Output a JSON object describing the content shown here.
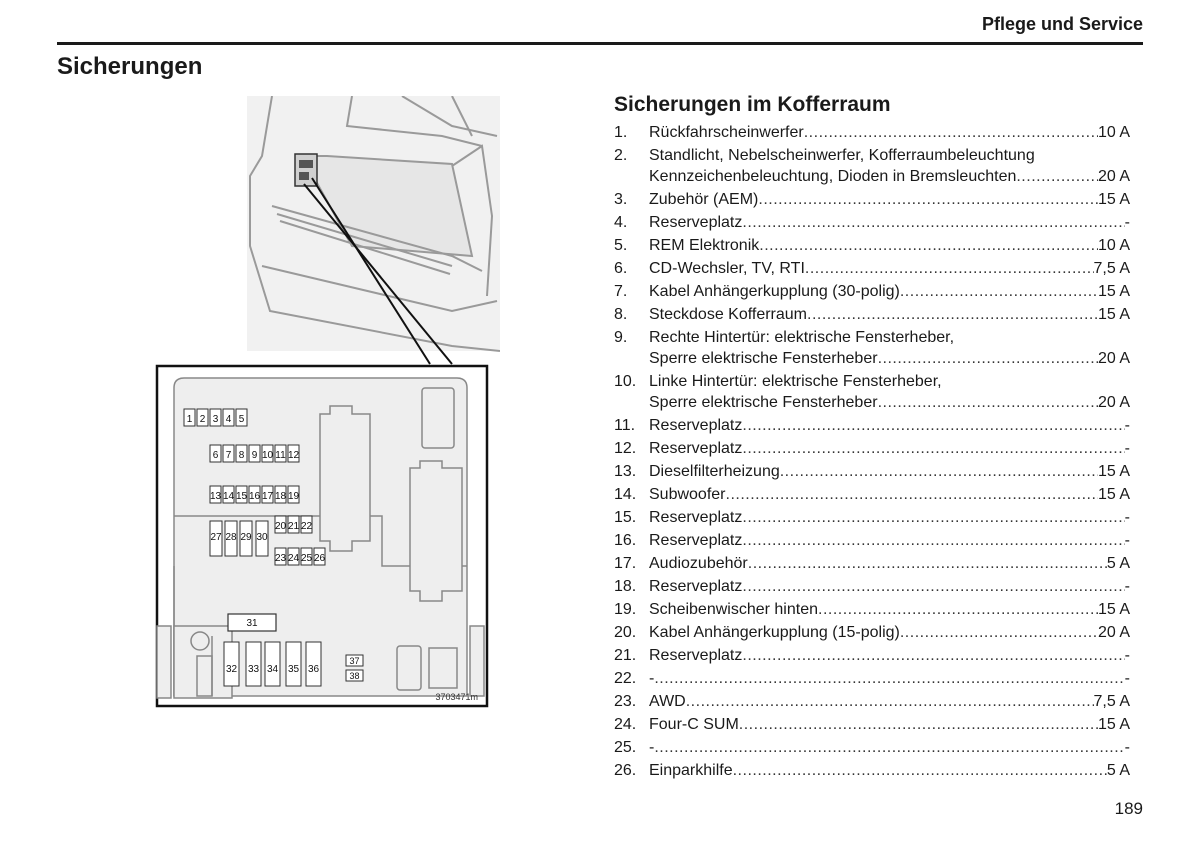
{
  "header": {
    "section": "Pflege und Service"
  },
  "section_title": "Sicherungen",
  "subsection_title": "Sicherungen im Kofferraum",
  "page_number": "189",
  "figure": {
    "code": "3703471m",
    "fuse_labels": [
      "1",
      "2",
      "3",
      "4",
      "5",
      "6",
      "7",
      "8",
      "9",
      "10",
      "11",
      "12",
      "13",
      "14",
      "15",
      "16",
      "17",
      "18",
      "19",
      "20",
      "21",
      "22",
      "23",
      "24",
      "25",
      "26",
      "27",
      "28",
      "29",
      "30",
      "31",
      "32",
      "33",
      "34",
      "35",
      "36",
      "37",
      "38"
    ]
  },
  "fuses": [
    {
      "num": "1.",
      "line1": "",
      "text": "Rückfahrscheinwerfer",
      "value": "10 A"
    },
    {
      "num": "2.",
      "line1": "Standlicht, Nebelscheinwerfer, Kofferraumbeleuchtung",
      "text": "Kennzeichenbeleuchtung, Dioden in Bremsleuchten",
      "value": "20 A"
    },
    {
      "num": "3.",
      "line1": "",
      "text": "Zubehör (AEM)",
      "value": "15 A"
    },
    {
      "num": "4.",
      "line1": "",
      "text": "Reserveplatz",
      "value": "-"
    },
    {
      "num": "5.",
      "line1": "",
      "text": "REM Elektronik",
      "value": "10 A"
    },
    {
      "num": "6.",
      "line1": "",
      "text": "CD-Wechsler, TV, RTI",
      "value": "7,5 A"
    },
    {
      "num": "7.",
      "line1": "",
      "text": "Kabel Anhängerkupplung (30-polig)",
      "value": "15 A"
    },
    {
      "num": "8.",
      "line1": "",
      "text": "Steckdose Kofferraum",
      "value": "15 A"
    },
    {
      "num": "9.",
      "line1": "Rechte Hintertür: elektrische Fensterheber,",
      "text": "Sperre elektrische Fensterheber",
      "value": "20 A"
    },
    {
      "num": "10.",
      "line1": "Linke Hintertür: elektrische Fensterheber,",
      "text": "Sperre elektrische Fensterheber",
      "value": "20 A"
    },
    {
      "num": "11.",
      "line1": "",
      "text": "Reserveplatz",
      "value": "-"
    },
    {
      "num": "12.",
      "line1": "",
      "text": "Reserveplatz",
      "value": "-"
    },
    {
      "num": "13.",
      "line1": "",
      "text": "Dieselfilterheizung",
      "value": "15 A"
    },
    {
      "num": "14.",
      "line1": "",
      "text": "Subwoofer",
      "value": "15 A"
    },
    {
      "num": "15.",
      "line1": "",
      "text": "Reserveplatz",
      "value": "-"
    },
    {
      "num": "16.",
      "line1": "",
      "text": "Reserveplatz",
      "value": "-"
    },
    {
      "num": "17.",
      "line1": "",
      "text": "Audiozubehör",
      "value": "5 A"
    },
    {
      "num": "18.",
      "line1": "",
      "text": "Reserveplatz",
      "value": "-"
    },
    {
      "num": "19.",
      "line1": "",
      "text": "Scheibenwischer hinten",
      "value": "15 A"
    },
    {
      "num": "20.",
      "line1": "",
      "text": "Kabel Anhängerkupplung (15-polig)",
      "value": "20 A"
    },
    {
      "num": "21.",
      "line1": "",
      "text": "Reserveplatz",
      "value": "-"
    },
    {
      "num": "22.",
      "line1": "",
      "text": "-",
      "value": "-"
    },
    {
      "num": "23.",
      "line1": "",
      "text": "AWD",
      "value": "7,5 A"
    },
    {
      "num": "24.",
      "line1": "",
      "text": "Four-C SUM",
      "value": "15 A"
    },
    {
      "num": "25.",
      "line1": "",
      "text": "-",
      "value": "-"
    },
    {
      "num": "26.",
      "line1": "",
      "text": "Einparkhilfe",
      "value": "5 A"
    }
  ]
}
